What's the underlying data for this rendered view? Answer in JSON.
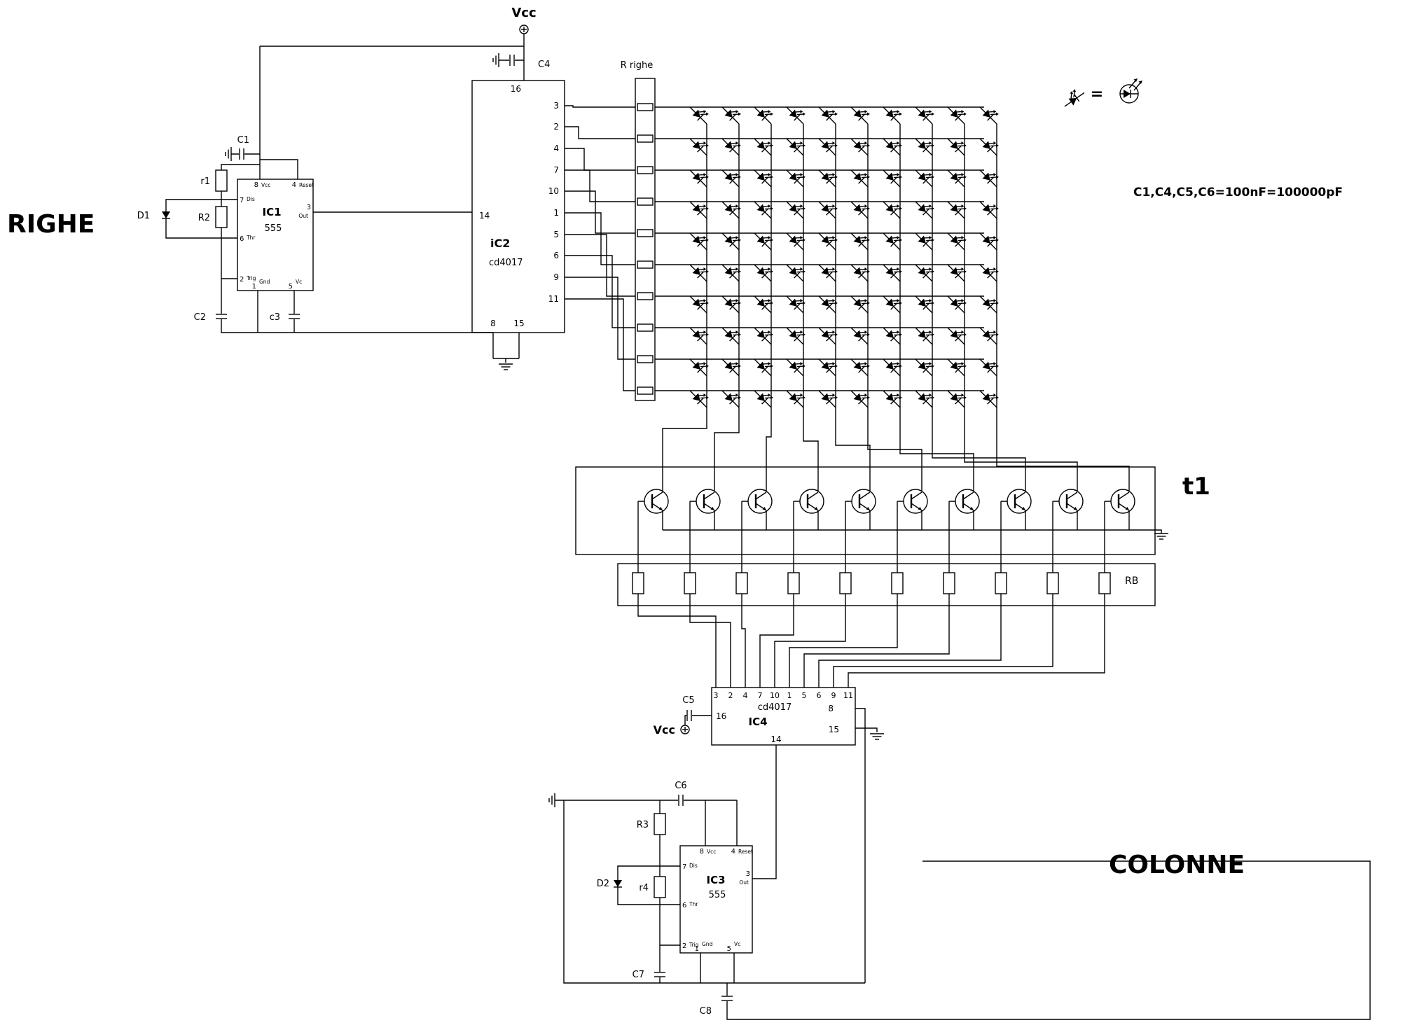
{
  "titles": {
    "righe": "RIGHE",
    "colonne": "COLONNE",
    "t1": "t1",
    "rb": "RB",
    "r_righe": "R righe",
    "note": "C1,C4,C5,C6=100nF=100000pF"
  },
  "power": {
    "vcc_top": "Vcc",
    "vcc_ic4": "Vcc"
  },
  "legend": {
    "equals": "="
  },
  "ic1": {
    "name": "IC1",
    "part": "555",
    "pins": {
      "n8": "8",
      "l8": "Vcc",
      "n4": "4",
      "l4": "Reset",
      "n7": "7",
      "l7": "Dis",
      "n6": "6",
      "l6": "Thr",
      "n2": "2",
      "l2": "Trig",
      "n3": "3",
      "l3": "Out",
      "n1": "1",
      "l1": "Gnd",
      "n5": "5",
      "l5": "Vc"
    }
  },
  "ic2": {
    "name": "iC2",
    "part": "cd4017",
    "p16": "16",
    "p14": "14",
    "p8": "8",
    "p15": "15",
    "outputs": [
      "3",
      "2",
      "4",
      "7",
      "10",
      "1",
      "5",
      "6",
      "9",
      "11"
    ]
  },
  "ic3": {
    "name": "IC3",
    "part": "555",
    "pins": {
      "n8": "8",
      "l8": "Vcc",
      "n4": "4",
      "l4": "Reset",
      "n7": "7",
      "l7": "Dis",
      "n6": "6",
      "l6": "Thr",
      "n2": "2",
      "l2": "Trig",
      "n3": "3",
      "l3": "Out",
      "n1": "1",
      "l1": "Gnd",
      "n5": "5",
      "l5": "Vc"
    }
  },
  "ic4": {
    "name": "IC4",
    "part": "cd4017",
    "p16": "16",
    "p14": "14",
    "p8": "8",
    "p15": "15",
    "inputs": [
      "3",
      "2",
      "4",
      "7",
      "10",
      "1",
      "5",
      "6",
      "9",
      "11"
    ]
  },
  "components": {
    "c1": "C1",
    "c2": "C2",
    "c3": "c3",
    "c4": "C4",
    "c5": "C5",
    "c6": "C6",
    "c7": "C7",
    "c8": "C8",
    "r1": "r1",
    "r2": "R2",
    "r3": "R3",
    "r4": "r4",
    "d1": "D1",
    "d2": "D2"
  },
  "matrix": {
    "rows": 10,
    "cols": 10
  }
}
